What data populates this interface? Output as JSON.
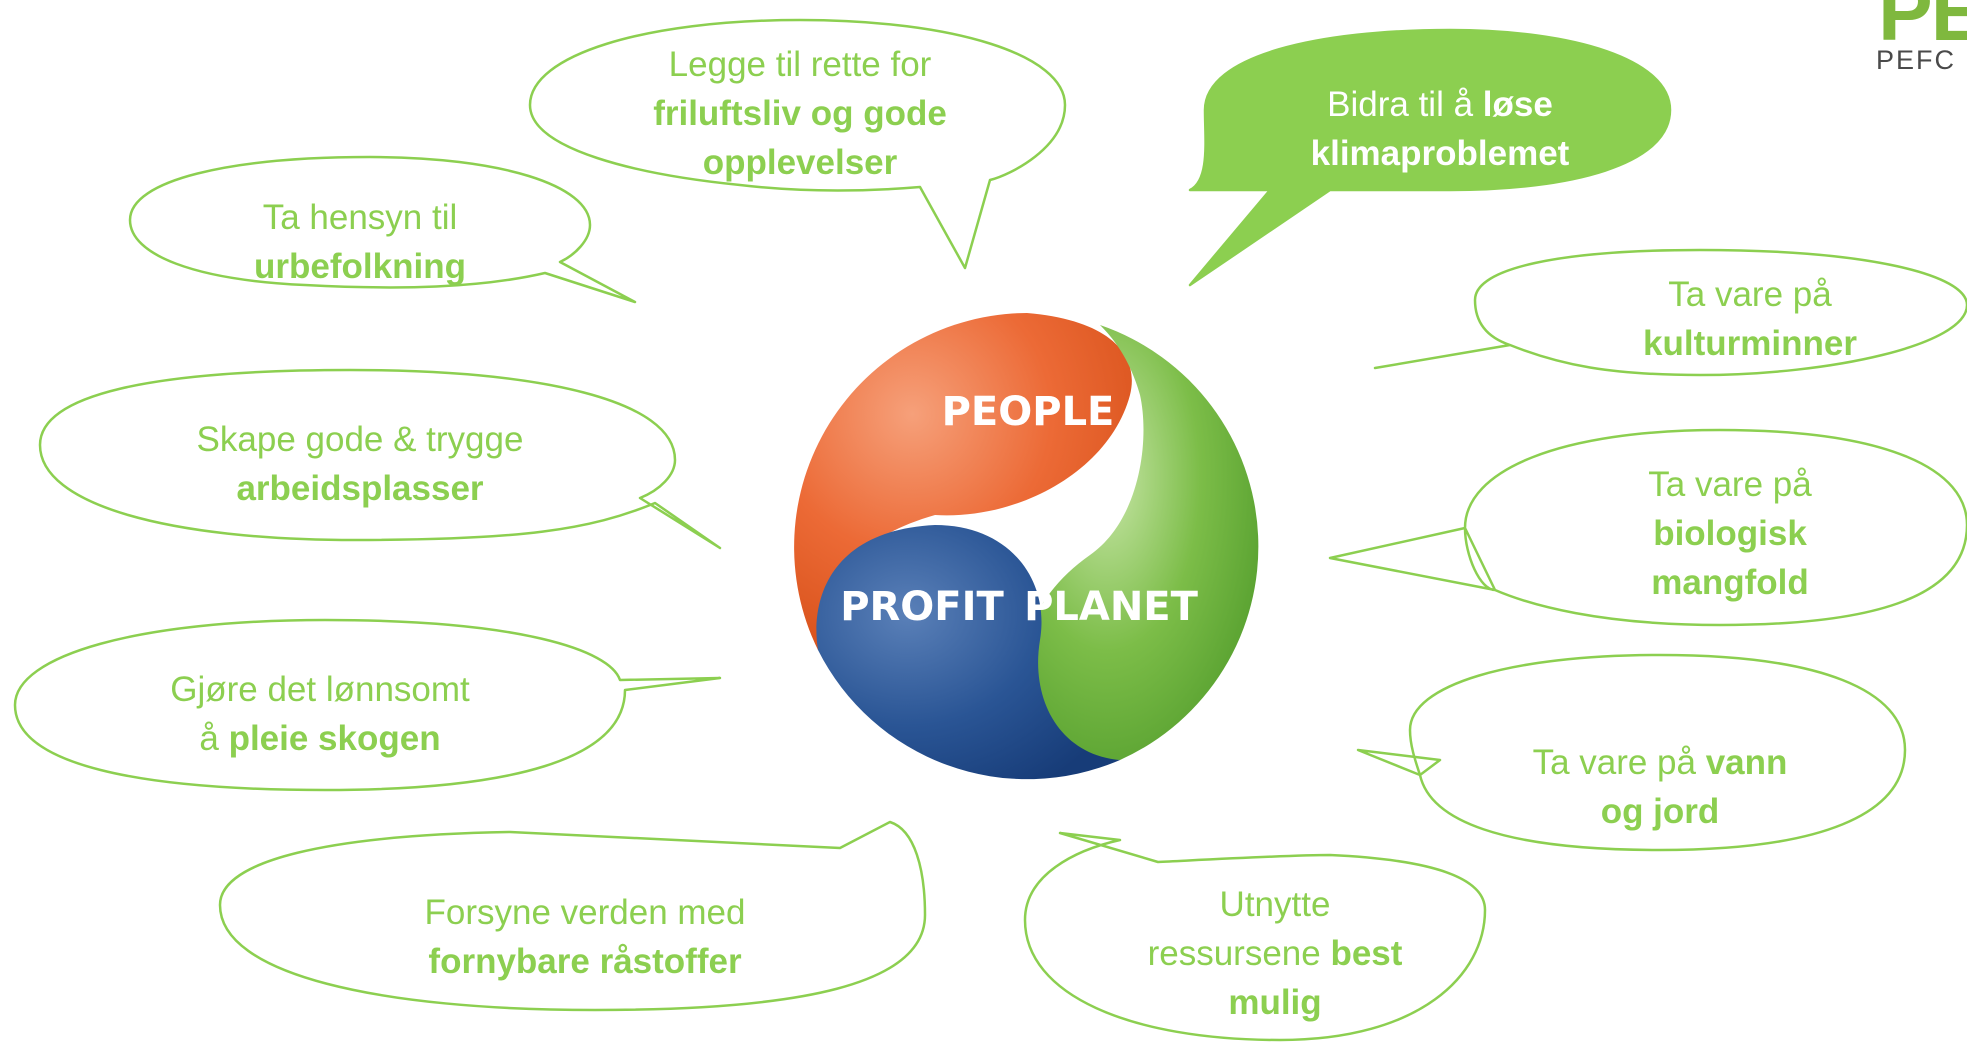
{
  "colors": {
    "bubble_stroke": "#8ccf50",
    "bubble_fill_highlight": "#8ccf50",
    "text_green": "#8ccf50",
    "people": "#e8622a",
    "profit": "#1f4a8a",
    "planet": "#6fb13a"
  },
  "logo": {
    "mark": "PE",
    "text": "PEFC"
  },
  "center": {
    "people": "PEOPLE",
    "profit": "PROFIT",
    "planet": "PLANET"
  },
  "bubbles": {
    "friluftsliv": {
      "line1": "Legge til rette for",
      "line2": "friluftsliv og gode",
      "line3": "opplevelser"
    },
    "klima": {
      "line1_prefix": "Bidra til å ",
      "line1_bold": "løse",
      "line2": "klimaproblemet"
    },
    "urbefolkning": {
      "line1": "Ta hensyn til",
      "line2": "urbefolkning"
    },
    "kulturminner": {
      "line1": "Ta vare på",
      "line2": "kulturminner"
    },
    "arbeidsplasser": {
      "line1": "Skape gode & trygge",
      "line2": "arbeidsplasser"
    },
    "biologisk": {
      "line1": "Ta vare på",
      "line2": "biologisk",
      "line3": "mangfold"
    },
    "lonnsomt": {
      "line1": "Gjøre det lønnsomt",
      "line2_prefix": "å ",
      "line2_bold": "pleie skogen"
    },
    "vann": {
      "line1_prefix": "Ta vare på ",
      "line1_bold": "vann",
      "line2": "og jord"
    },
    "rastoffer": {
      "line1": "Forsyne verden med",
      "line2": "fornybare råstoffer"
    },
    "ressurser": {
      "line1": "Utnytte",
      "line2_prefix": "ressursene ",
      "line2_bold": "best",
      "line3": "mulig"
    }
  }
}
